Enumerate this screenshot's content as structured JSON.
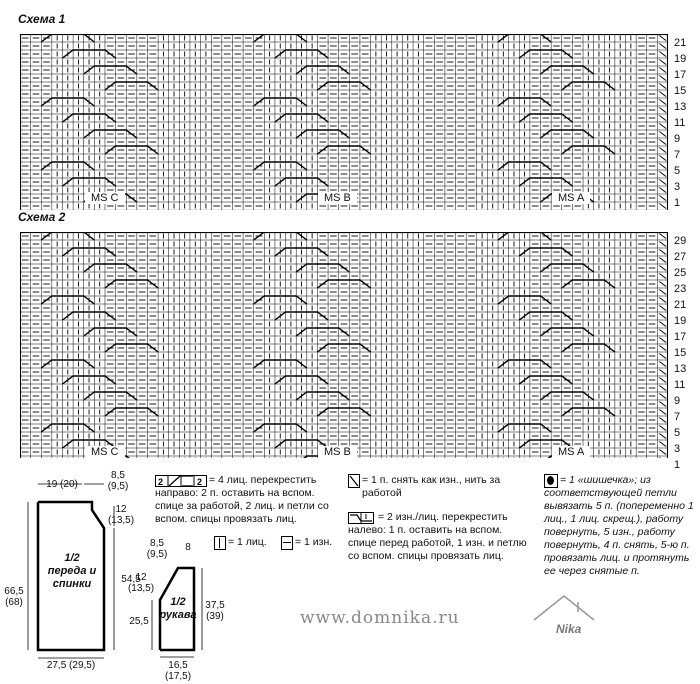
{
  "chart1": {
    "title": "Схема 1",
    "row_numbers": [
      "21",
      "19",
      "17",
      "15",
      "13",
      "11",
      "9",
      "7",
      "5",
      "3",
      "1"
    ],
    "sections": [
      "MS C",
      "MS B",
      "MS A"
    ]
  },
  "chart2": {
    "title": "Схема 2",
    "row_numbers": [
      "29",
      "27",
      "25",
      "23",
      "21",
      "19",
      "17",
      "15",
      "13",
      "11",
      "9",
      "7",
      "5",
      "3",
      "1"
    ],
    "sections": [
      "MS C",
      "MS B",
      "MS A"
    ]
  },
  "cable_symbol_number": "2",
  "legend": {
    "cable4_right": "= 4 лиц. перекрестить направо: 2 п. оставить на вспом. спице за работой, 2 лиц. и петли со вспом. спицы провязать лиц.",
    "knit": "= 1 лиц.",
    "purl": "= 1 изн.",
    "slip": "= 1 п. снять как изн., нить за работой",
    "cross_left": "= 2 изн./лиц. перекрестить налево: 1 п. оставить на вспом. спице перед работой, 1 изн. и петлю со вспом. спицы провязать лиц.",
    "bobble": "= 1 «шишечка»; из соответствующей петли вывязать 5 п. (попеременно 1 лиц., 1 лиц. скрещ.), работу повернуть, 5 изн., работу повернуть, 4 п. снять, 5-ю п. провязать лиц. и протянуть ее через снятые п."
  },
  "pattern_body": {
    "label": "1/2 переда и спинки",
    "top_width": "19 (20)",
    "shoulder_offset": "8,5 (9,5)",
    "shoulder_drop": "12 (13,5)",
    "left_height": "66,5 (68)",
    "right_height": "54,5",
    "bottom_width": "27,5 (29,5)"
  },
  "pattern_sleeve": {
    "label": "1/2 рукава",
    "top_left": "8,5 (9,5)",
    "top_right": "8",
    "cap_drop": "12 (13,5)",
    "left_height": "25,5",
    "right_height": "37,5 (39)",
    "bottom_width": "16,5 (17,5)"
  },
  "watermark": "www.domnika.ru",
  "signature": "Nika"
}
